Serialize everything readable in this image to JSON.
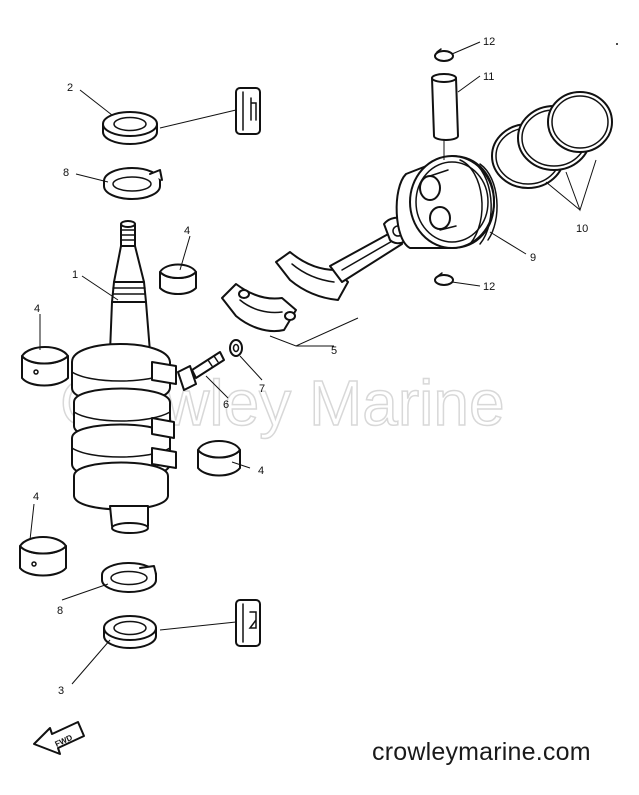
{
  "callouts": {
    "c1": "1",
    "c2": "2",
    "c3": "3",
    "c4a": "4",
    "c4b": "4",
    "c4c": "4",
    "c4d": "4",
    "c5": "5",
    "c6": "6",
    "c7": "7",
    "c8a": "8",
    "c8b": "8",
    "c9": "9",
    "c10": "10",
    "c11": "11",
    "c12a": "12",
    "c12b": "12"
  },
  "fwd_label": "FWD",
  "watermark": "Crowley Marine",
  "site_url": "crowleymarine.com",
  "colors": {
    "line": "#111111",
    "watermark": "#d8d8d8",
    "background": "#ffffff"
  }
}
